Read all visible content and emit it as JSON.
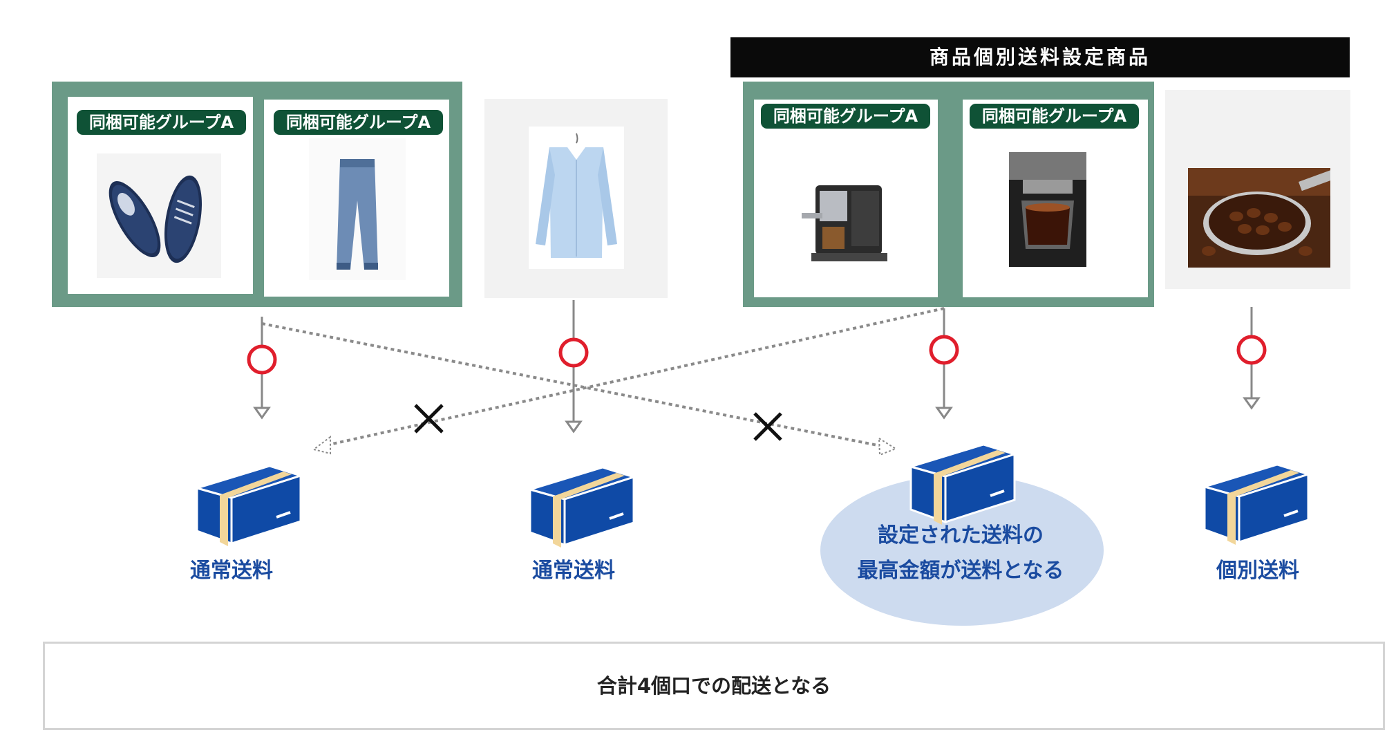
{
  "header": {
    "individual_shipping_products": "商品個別送料設定商品"
  },
  "tags": {
    "shoes": "同梱可能グループA",
    "jeans": "同梱可能グループA",
    "espresso_machine": "同梱可能グループA",
    "coffee_cup": "同梱可能グループA"
  },
  "items": [
    "shoes-photo",
    "jeans-photo",
    "shirt-photo",
    "espresso-machine-photo",
    "coffee-cup-photo",
    "coffee-beans-photo"
  ],
  "results": {
    "box1": "通常送料",
    "box2": "通常送料",
    "box3_line1": "設定された送料の",
    "box3_line2": "最高金額が送料となる",
    "box4": "個別送料"
  },
  "summary": "合計4個口での配送となる",
  "colors": {
    "group_fill": "#6b9a87",
    "tag_fill": "#0f5236",
    "label_text": "#1a4ba0",
    "box_blue": "#0f4aa6",
    "ok_mark": "#e01e2c",
    "ng_mark": "#111111"
  },
  "marks": [
    "ok-circle",
    "ok-circle",
    "ok-circle",
    "ok-circle",
    "ng-cross",
    "ng-cross"
  ]
}
